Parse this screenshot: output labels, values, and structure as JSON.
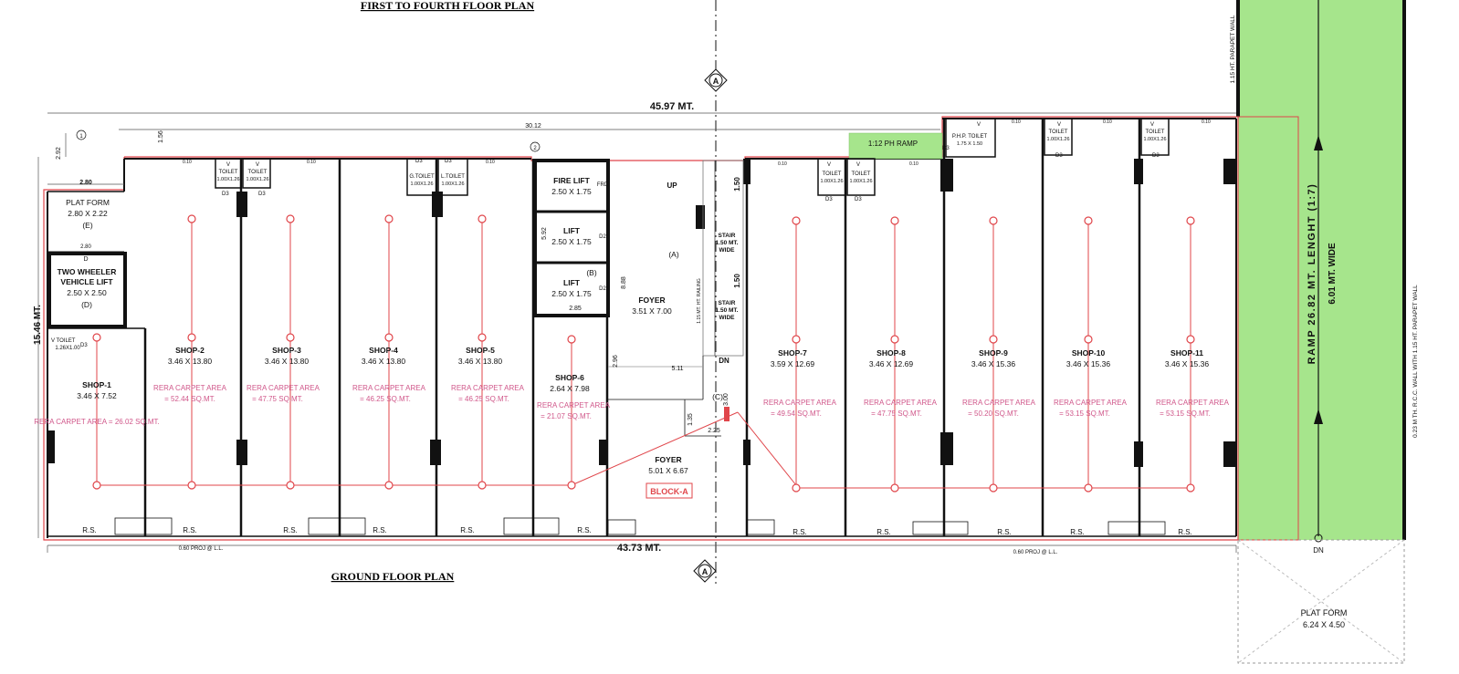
{
  "titles": {
    "top": "FIRST TO FOURTH FLOOR PLAN",
    "ground": "GROUND FLOOR PLAN",
    "block": "BLOCK-A"
  },
  "dimensions": {
    "overall_width": "45.97 MT.",
    "bottom_width": "43.73 MT.",
    "height": "15.46 MT.",
    "inner_width": "30.12",
    "d_292": "2.92",
    "d_280": "2.80",
    "d_156": "1.56",
    "d_150a": "1.50",
    "d_150b": "1.50",
    "d_511": "5.11",
    "d_296": "2.96",
    "d_888": "8.88",
    "d_300": "3.00",
    "d_135": "1.35",
    "d_225": "2.25",
    "d_285": "2.85",
    "d_592": "5.92",
    "proj_left": "0.60 PROJ @ L.L.",
    "proj_right": "0.60 PROJ @ L.L."
  },
  "markers": {
    "section": "A",
    "grid1": "1",
    "grid2": "2",
    "wall_label": "0.10"
  },
  "shops": [
    {
      "name": "SHOP-1",
      "size": "3.46 X 7.52",
      "rera": "RERA CARPET AREA = 26.02 SQ.MT."
    },
    {
      "name": "SHOP-2",
      "size": "3.46 X 13.80",
      "rera1": "RERA CARPET AREA",
      "rera2": "= 52.44 SQ.MT."
    },
    {
      "name": "SHOP-3",
      "size": "3.46 X 13.80",
      "rera1": "RERA CARPET AREA",
      "rera2": "= 47.75 SQ.MT."
    },
    {
      "name": "SHOP-4",
      "size": "3.46 X 13.80",
      "rera1": "RERA CARPET AREA",
      "rera2": "= 46.25 SQ.MT."
    },
    {
      "name": "SHOP-5",
      "size": "3.46 X 13.80",
      "rera1": "RERA CARPET AREA",
      "rera2": "= 46.25 SQ.MT."
    },
    {
      "name": "SHOP-6",
      "size": "2.64 X 7.98",
      "rera1": "RERA CARPET AREA",
      "rera2": "= 21.07 SQ.MT."
    },
    {
      "name": "SHOP-7",
      "size": "3.59 X 12.69",
      "rera1": "RERA CARPET AREA",
      "rera2": "= 49.54 SQ.MT."
    },
    {
      "name": "SHOP-8",
      "size": "3.46 X 12.69",
      "rera1": "RERA CARPET AREA",
      "rera2": "= 47.75 SQ.MT."
    },
    {
      "name": "SHOP-9",
      "size": "3.46 X 15.36",
      "rera1": "RERA CARPET AREA",
      "rera2": "= 50.20 SQ.MT."
    },
    {
      "name": "SHOP-10",
      "size": "3.46 X 15.36",
      "rera1": "RERA CARPET AREA",
      "rera2": "= 53.15 SQ.MT."
    },
    {
      "name": "SHOP-11",
      "size": "3.46 X 15.36",
      "rera1": "RERA CARPET AREA",
      "rera2": "= 53.15 SQ.MT."
    }
  ],
  "rooms": {
    "platform_e": {
      "name": "PLAT FORM",
      "size": "2.80 X 2.22",
      "tag": "(E)"
    },
    "vehicle_lift": {
      "line1": "TWO WHEELER",
      "line2": "VEHICLE LIFT",
      "size": "2.50 X 2.50",
      "tag": "(D)"
    },
    "fire_lift": {
      "name": "FIRE LIFT",
      "size": "2.50 X 1.75"
    },
    "lift1": {
      "name": "LIFT",
      "size": "2.50 X 1.75"
    },
    "lift2": {
      "name": "LIFT",
      "size": "2.50 X 1.75"
    },
    "foyer_upper": {
      "name": "FOYER",
      "size": "3.51 X 7.00"
    },
    "foyer_lower": {
      "name": "FOYER",
      "size": "5.01 X 6.67"
    },
    "stair1": {
      "line1": "STAIR",
      "line2": "1.50 MT.",
      "line3": "WIDE"
    },
    "stair2": {
      "line1": "STAIR",
      "line2": "1.50 MT.",
      "line3": "WIDE"
    },
    "ph_ramp": "1:12  PH  RAMP",
    "php_toilet": {
      "name": "P.H.P. TOILET",
      "size": "1.75 X 1.50"
    },
    "g_toilet": {
      "name": "G.TOILET",
      "size": "1.00X1.26"
    },
    "l_toilet": {
      "name": "L.TOILET",
      "size": "1.00X1.26"
    },
    "toilet_label": "TOILET",
    "toilet_size": "1.00X1.26",
    "toilet_small": "1.26X1.00",
    "platform_bottom": {
      "name": "PLAT FORM",
      "size": "6.24 X 4.50"
    }
  },
  "labels": {
    "up": "UP",
    "dn": "DN",
    "dn_ramp": "DN",
    "tag_a": "(A)",
    "tag_b": "(B)",
    "tag_c": "(C)",
    "railing": "1.15 MT. HT. RAILING",
    "rs": "R.S.",
    "d3": "D3",
    "d2": "D2",
    "frd": "FRD",
    "v": "V",
    "d": "D",
    "ramp": "RAMP 26.82 MT. LENGHT (1:7)",
    "ramp_wide": "6.01 MT. WIDE",
    "parapet_top": "1.15 HT. PARAPET WALL",
    "parapet_right": "0.23 M TH. R.C.C. WALL WITH 1.15 HT. PARAPET WALL"
  },
  "colors": {
    "ramp_green": "#a6e58c",
    "boundary_red": "#e0454a",
    "rera_pink": "#d0578a",
    "wall": "#111111"
  }
}
